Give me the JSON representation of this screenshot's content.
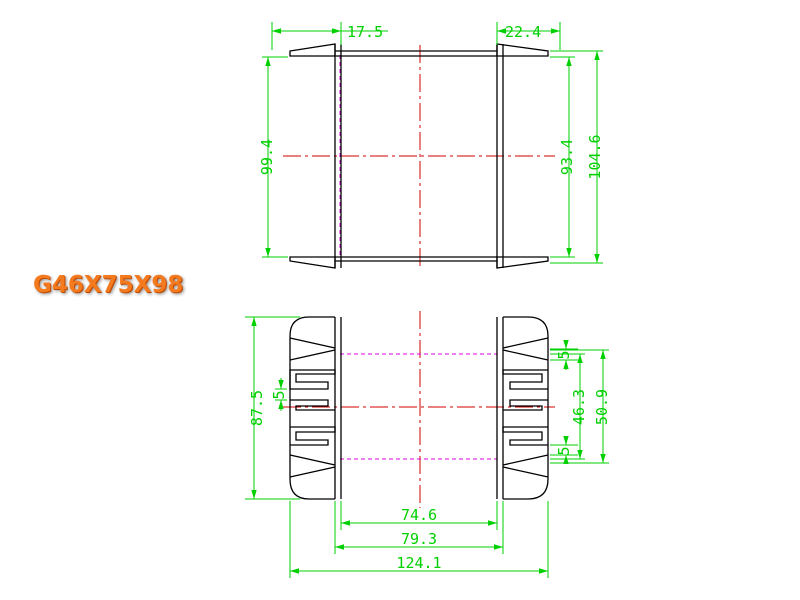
{
  "title": "G46X75X98",
  "colors": {
    "outline": "#000000",
    "dimension": "#00d000",
    "centerline": "#d00000",
    "hidden": "#e000e0",
    "title": "#f47a1f"
  },
  "top_view": {
    "dims": {
      "top_left": "17.5",
      "top_right": "22.4",
      "left_height": "99.4",
      "right_inner": "93.4",
      "right_outer": "104.6"
    }
  },
  "bottom_view": {
    "dims": {
      "left_height": "87.5",
      "left_slot": "5",
      "right_slot_top": "5",
      "right_slot_bottom": "5",
      "right_inner": "46.3",
      "right_outer": "50.9",
      "width_inner": "74.6",
      "width_mid": "79.3",
      "width_outer": "124.1"
    }
  }
}
